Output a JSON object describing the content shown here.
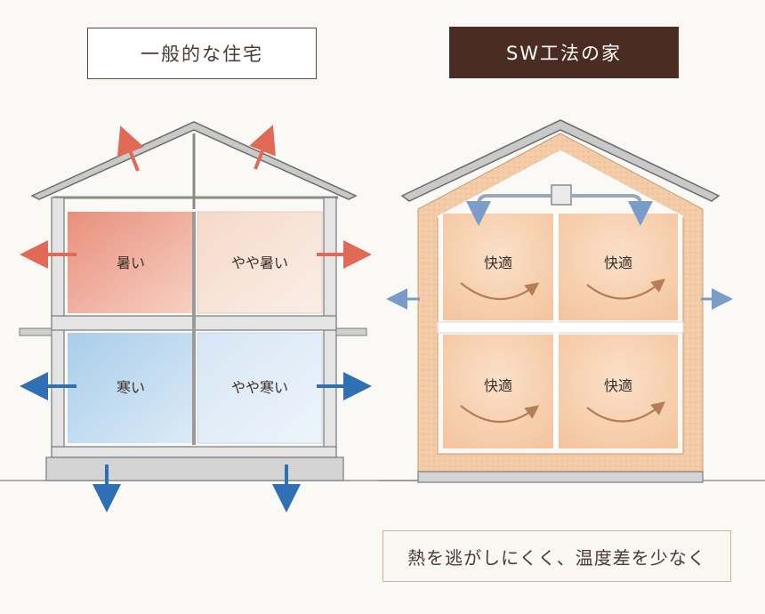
{
  "titles": {
    "conventional": "一般的な住宅",
    "sw": "SW工法の家"
  },
  "caption": "熱を逃がしにくく、温度差を少なく",
  "left_house": {
    "rooms": {
      "upper_left": "暑い",
      "upper_right": "やや暑い",
      "lower_left": "寒い",
      "lower_right": "やや寒い"
    }
  },
  "right_house": {
    "rooms": {
      "upper_left": "快適",
      "upper_right": "快適",
      "lower_left": "快適",
      "lower_right": "快適"
    }
  },
  "colors": {
    "heat_arrow": "#e06a55",
    "cold_arrow": "#2f6fb3",
    "mild_arrow": "#7a9cc8",
    "insulation": "#f2c7a1",
    "sw_title_bg": "#4a2c23"
  }
}
